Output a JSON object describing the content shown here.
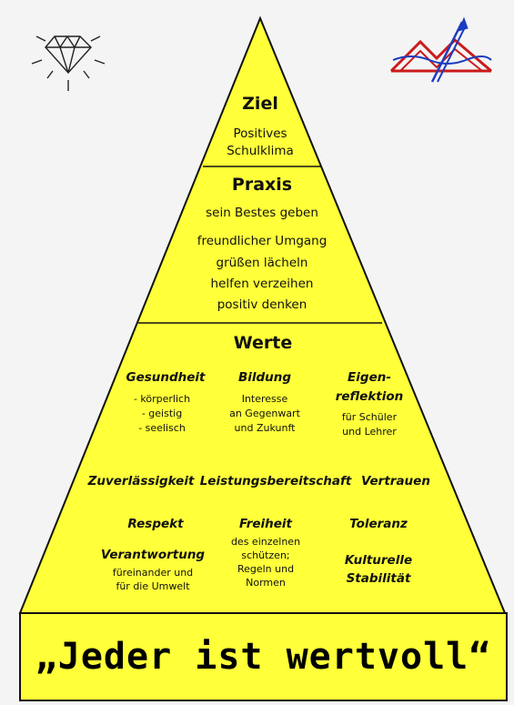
{
  "ziel": {
    "title": "Ziel",
    "lines": [
      "Positives",
      "Schulklima"
    ]
  },
  "praxis": {
    "title": "Praxis",
    "lines": [
      "sein Bestes geben",
      "freundlicher Umgang",
      "grüßen  lächeln",
      "helfen verzeihen",
      "positiv denken"
    ]
  },
  "werte": {
    "title": "Werte",
    "gesundheit": {
      "title": "Gesundheit",
      "lines": [
        "- körperlich",
        "- geistig",
        "- seelisch"
      ]
    },
    "bildung": {
      "title": "Bildung",
      "lines": [
        "Interesse",
        "an Gegenwart",
        "und Zukunft"
      ]
    },
    "eigenreflektion": {
      "title": [
        "Eigen-",
        "reflektion"
      ],
      "lines": [
        "für Schüler",
        "und Lehrer"
      ]
    },
    "zuverlaessigkeit": "Zuverlässigkeit",
    "leistungsbereitschaft": "Leistungsbereitschaft",
    "vertrauen": "Vertrauen",
    "respekt": "Respekt",
    "freiheit": {
      "title": "Freiheit",
      "lines": [
        "des einzelnen",
        "schützen;",
        "Regeln und",
        "Normen"
      ]
    },
    "toleranz": "Toleranz",
    "verantwortung": {
      "title": "Verantwortung",
      "lines": [
        "füreinander und",
        "für die Umwelt"
      ]
    },
    "kulturelle": {
      "title": [
        "Kulturelle",
        "Stabilität"
      ]
    }
  },
  "motto": "„Jeder ist wertvoll“",
  "colors": {
    "pyramid_fill": "#ffff3a",
    "outline": "#111111",
    "background": "#f4f4f4",
    "logo_red": "#cc1a1a",
    "logo_blue": "#1a3cc0"
  },
  "icons": {
    "top_left": "diamond-icon",
    "top_right": "school-logo-icon"
  }
}
